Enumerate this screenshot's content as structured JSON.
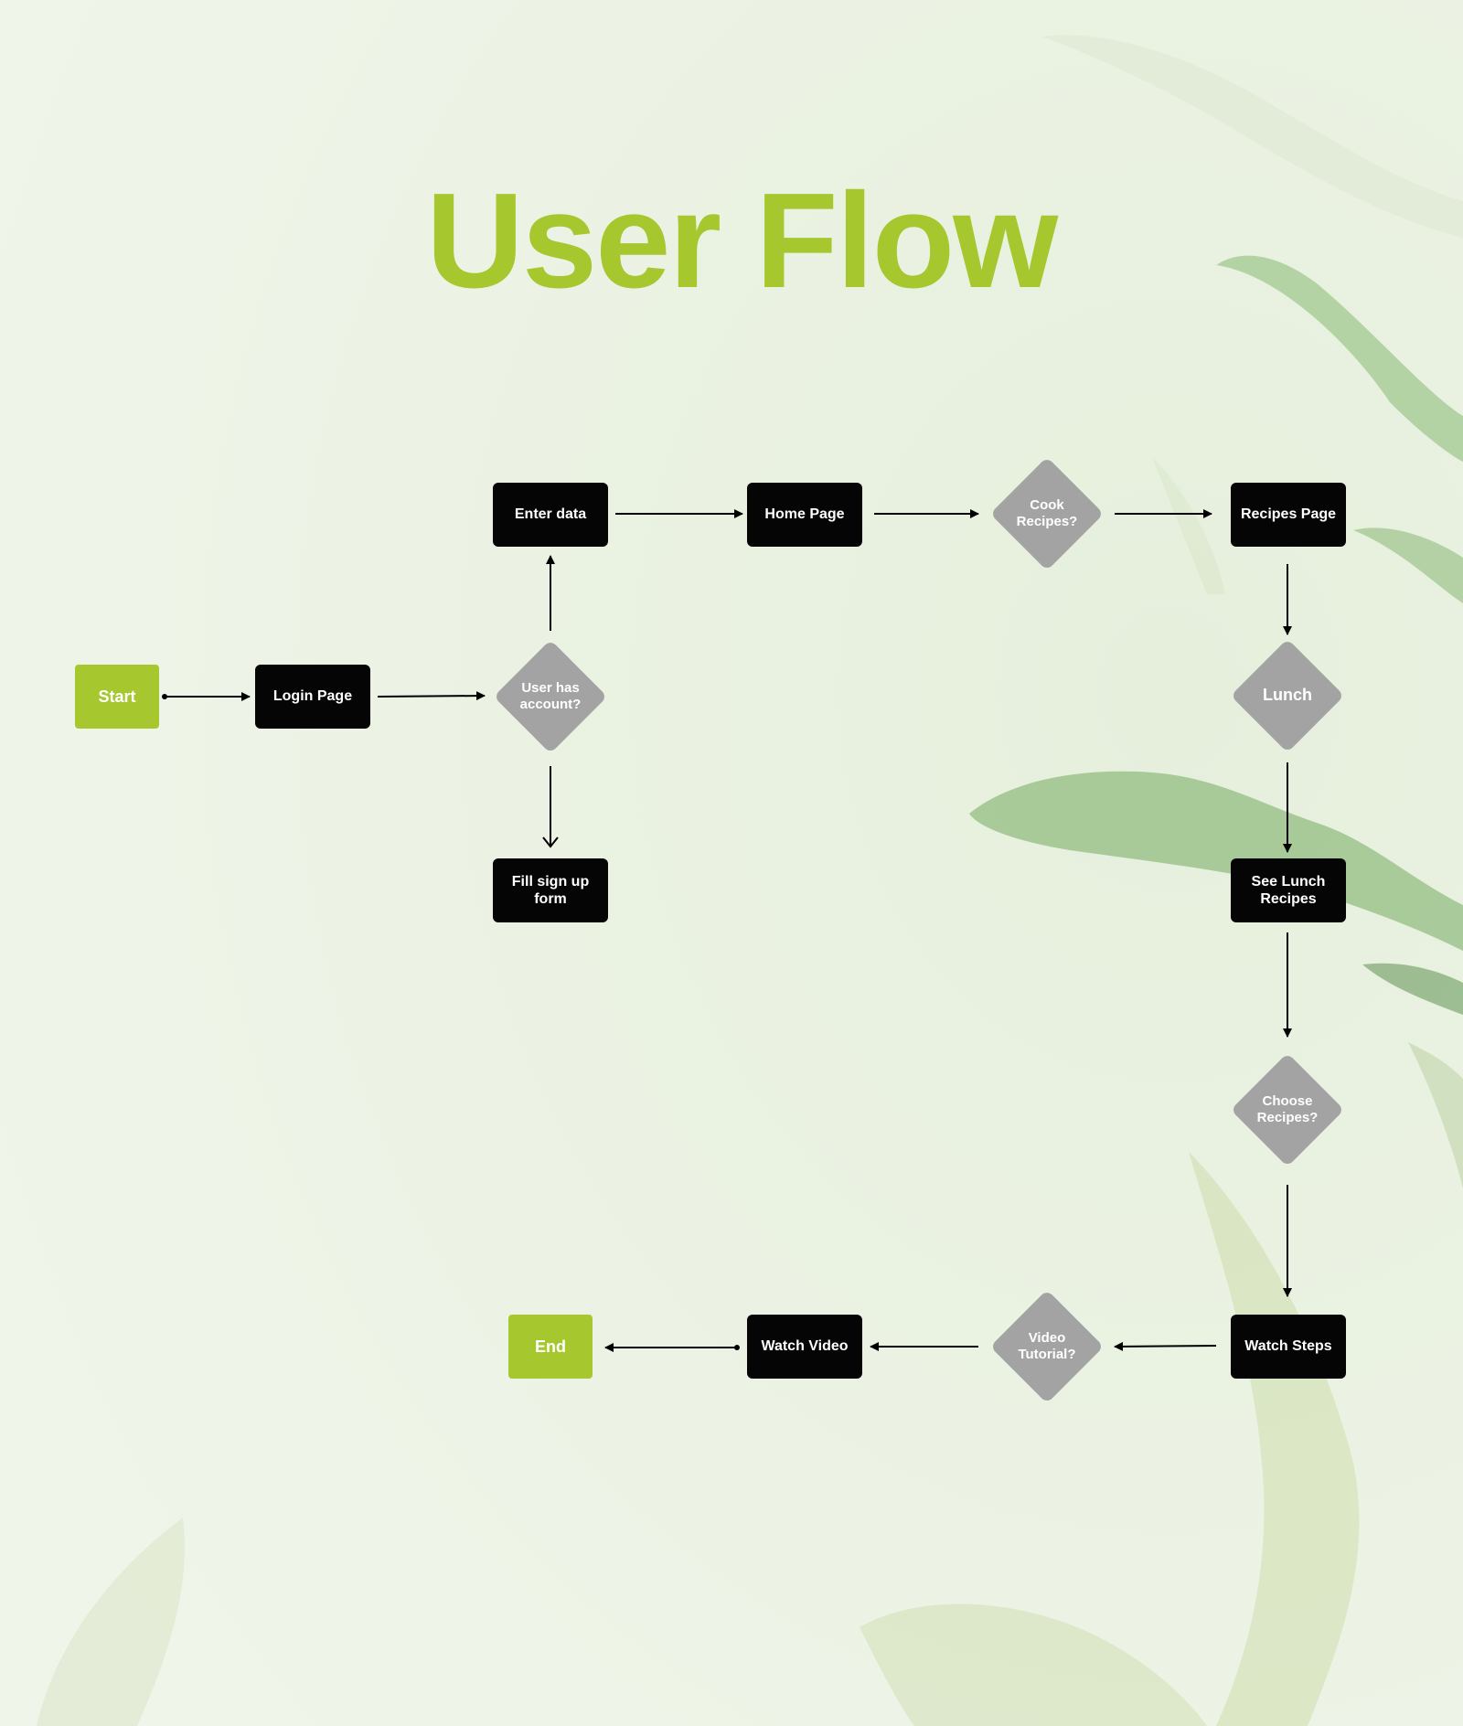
{
  "title": "User Flow",
  "colors": {
    "background": "#eef4e8",
    "accent": "#a6c82e",
    "process_fill": "#050505",
    "decision_fill": "#a3a3a3",
    "text_light": "#ffffff",
    "arrow": "#000000"
  },
  "nodes": {
    "start": "Start",
    "login_page": "Login Page",
    "user_has_account": "User has account?",
    "enter_data": "Enter data",
    "fill_sign_up_form": "Fill sign up form",
    "home_page": "Home Page",
    "cook_recipes": "Cook Recipes?",
    "recipes_page": "Recipes Page",
    "lunch": "Lunch",
    "see_lunch_recipes": "See Lunch Recipes",
    "choose_recipes": "Choose Recipes?",
    "watch_steps": "Watch Steps",
    "video_tutorial": "Video Tutorial?",
    "watch_video": "Watch Video",
    "end": "End"
  },
  "edges": [
    {
      "from": "start",
      "to": "login_page"
    },
    {
      "from": "login_page",
      "to": "user_has_account"
    },
    {
      "from": "user_has_account",
      "to": "enter_data"
    },
    {
      "from": "user_has_account",
      "to": "fill_sign_up_form"
    },
    {
      "from": "enter_data",
      "to": "home_page"
    },
    {
      "from": "home_page",
      "to": "cook_recipes"
    },
    {
      "from": "cook_recipes",
      "to": "recipes_page"
    },
    {
      "from": "recipes_page",
      "to": "lunch"
    },
    {
      "from": "lunch",
      "to": "see_lunch_recipes"
    },
    {
      "from": "see_lunch_recipes",
      "to": "choose_recipes"
    },
    {
      "from": "choose_recipes",
      "to": "watch_steps"
    },
    {
      "from": "watch_steps",
      "to": "video_tutorial"
    },
    {
      "from": "video_tutorial",
      "to": "watch_video"
    },
    {
      "from": "watch_video",
      "to": "end"
    }
  ]
}
